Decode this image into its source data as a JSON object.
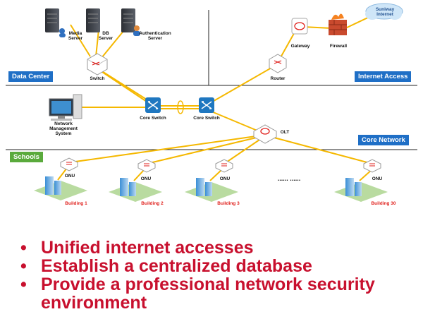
{
  "zones": {
    "data_center": "Data Center",
    "internet_access": "Internet Access",
    "core_network": "Core Network",
    "schools": "Schools"
  },
  "nodes": {
    "media_server": "Media\nServer",
    "db_server": "DB\nServer",
    "auth_server": "Authentication\nServer",
    "switch": "Switch",
    "nms": "Network\nManagement\nSystem",
    "core_switch_1": "Core Switch",
    "core_switch_2": "Core Switch",
    "gateway": "Gateway",
    "firewall": "Firewall",
    "internet": "Suniway\nInternet",
    "router": "Router",
    "olt": "OLT",
    "onu": "ONU",
    "ellipsis": "...... ......"
  },
  "buildings": [
    "Building 1",
    "Building 2",
    "Building 3",
    "Building 30"
  ],
  "bullets": [
    "Unified internet accesses",
    "Establish a centralized database",
    "Provide a professional network security environment"
  ],
  "colors": {
    "link": "#f5b800",
    "zone_blue": "#1f6fc6",
    "zone_green": "#5aaa3c",
    "bullet_red": "#c8102e",
    "building_label_red": "#e0201c"
  }
}
